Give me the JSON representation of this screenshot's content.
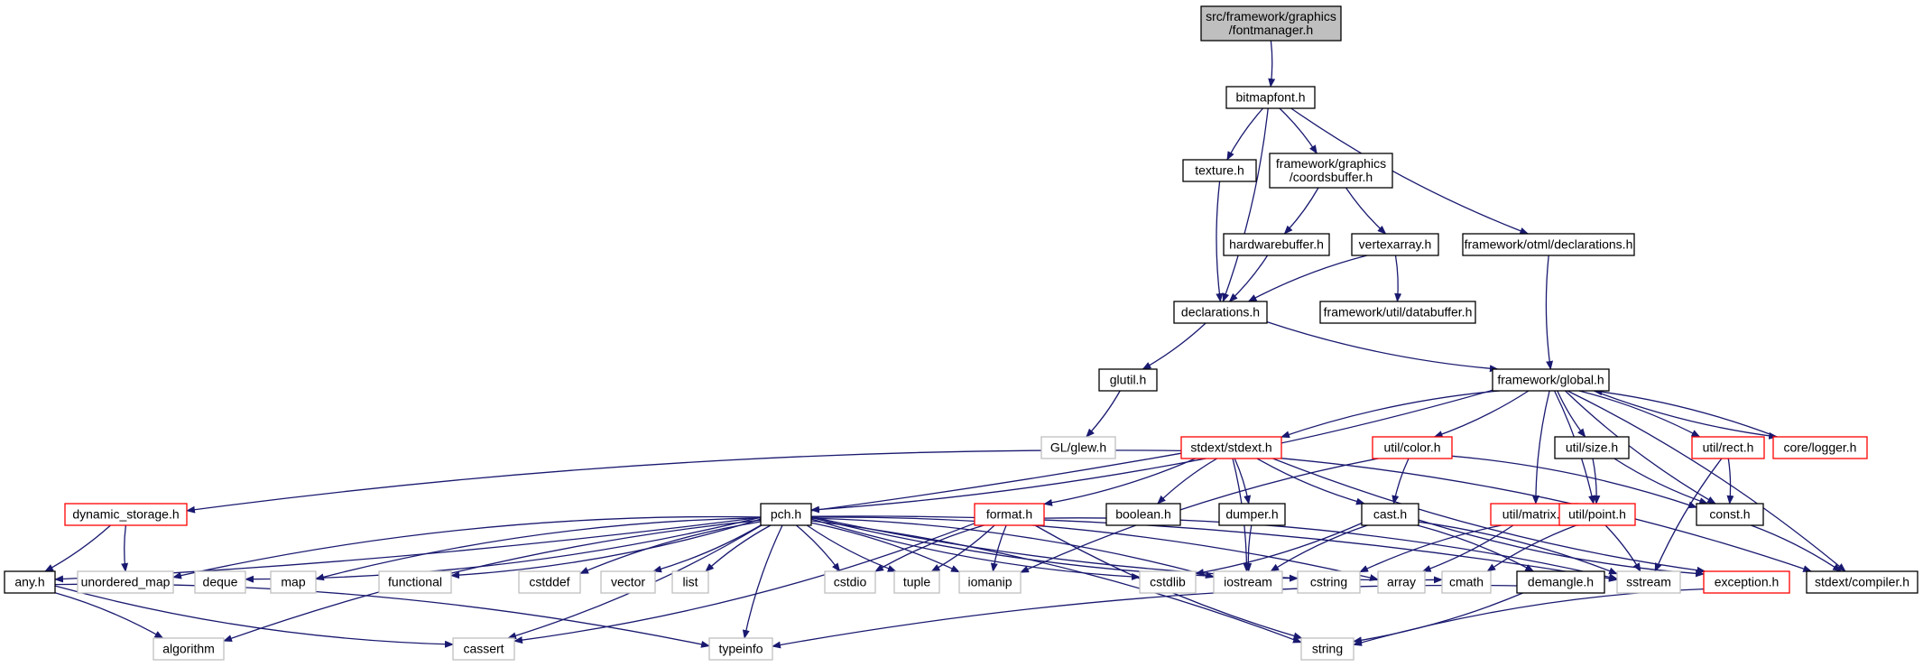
{
  "colors": {
    "edge": "#191970",
    "box_default": "#000000",
    "box_truncated": "#ff0000",
    "box_system": "#bfbfbf",
    "root_fill": "#bfbfbf",
    "text": "#000000",
    "text_system": "#000000"
  },
  "nodes": [
    {
      "id": "root",
      "lines": [
        "src/framework/graphics",
        "/fontmanager.h"
      ],
      "kind": "root"
    },
    {
      "id": "bitmapfont",
      "lines": [
        "bitmapfont.h"
      ],
      "kind": "default"
    },
    {
      "id": "texture",
      "lines": [
        "texture.h"
      ],
      "kind": "default"
    },
    {
      "id": "coordsbuffer",
      "lines": [
        "framework/graphics",
        "/coordsbuffer.h"
      ],
      "kind": "default"
    },
    {
      "id": "otml_decl",
      "lines": [
        "framework/otml/declarations.h"
      ],
      "kind": "default"
    },
    {
      "id": "hardwarebuffer",
      "lines": [
        "hardwarebuffer.h"
      ],
      "kind": "default"
    },
    {
      "id": "vertexarray",
      "lines": [
        "vertexarray.h"
      ],
      "kind": "default"
    },
    {
      "id": "declarations",
      "lines": [
        "declarations.h"
      ],
      "kind": "default"
    },
    {
      "id": "databuffer",
      "lines": [
        "framework/util/databuffer.h"
      ],
      "kind": "default"
    },
    {
      "id": "glutil",
      "lines": [
        "glutil.h"
      ],
      "kind": "default"
    },
    {
      "id": "global",
      "lines": [
        "framework/global.h"
      ],
      "kind": "default"
    },
    {
      "id": "glew",
      "lines": [
        "GL/glew.h"
      ],
      "kind": "system"
    },
    {
      "id": "stdext",
      "lines": [
        "stdext/stdext.h"
      ],
      "kind": "truncated"
    },
    {
      "id": "color",
      "lines": [
        "util/color.h"
      ],
      "kind": "truncated"
    },
    {
      "id": "size",
      "lines": [
        "util/size.h"
      ],
      "kind": "default"
    },
    {
      "id": "rect",
      "lines": [
        "util/rect.h"
      ],
      "kind": "truncated"
    },
    {
      "id": "logger",
      "lines": [
        "core/logger.h"
      ],
      "kind": "truncated"
    },
    {
      "id": "dynamic_storage",
      "lines": [
        "dynamic_storage.h"
      ],
      "kind": "truncated"
    },
    {
      "id": "pch",
      "lines": [
        "pch.h"
      ],
      "kind": "default"
    },
    {
      "id": "format",
      "lines": [
        "format.h"
      ],
      "kind": "truncated"
    },
    {
      "id": "boolean",
      "lines": [
        "boolean.h"
      ],
      "kind": "default"
    },
    {
      "id": "dumper",
      "lines": [
        "dumper.h"
      ],
      "kind": "default"
    },
    {
      "id": "cast",
      "lines": [
        "cast.h"
      ],
      "kind": "default"
    },
    {
      "id": "matrix",
      "lines": [
        "util/matrix.h"
      ],
      "kind": "truncated"
    },
    {
      "id": "point",
      "lines": [
        "util/point.h"
      ],
      "kind": "truncated"
    },
    {
      "id": "const",
      "lines": [
        "const.h"
      ],
      "kind": "default"
    },
    {
      "id": "any",
      "lines": [
        "any.h"
      ],
      "kind": "default"
    },
    {
      "id": "unordered_map",
      "lines": [
        "unordered_map"
      ],
      "kind": "system"
    },
    {
      "id": "deque",
      "lines": [
        "deque"
      ],
      "kind": "system"
    },
    {
      "id": "map",
      "lines": [
        "map"
      ],
      "kind": "system"
    },
    {
      "id": "functional",
      "lines": [
        "functional"
      ],
      "kind": "system"
    },
    {
      "id": "cstddef",
      "lines": [
        "cstddef"
      ],
      "kind": "system"
    },
    {
      "id": "vector",
      "lines": [
        "vector"
      ],
      "kind": "system"
    },
    {
      "id": "list",
      "lines": [
        "list"
      ],
      "kind": "system"
    },
    {
      "id": "cstdio",
      "lines": [
        "cstdio"
      ],
      "kind": "system"
    },
    {
      "id": "tuple",
      "lines": [
        "tuple"
      ],
      "kind": "system"
    },
    {
      "id": "iomanip",
      "lines": [
        "iomanip"
      ],
      "kind": "system"
    },
    {
      "id": "cstdlib",
      "lines": [
        "cstdlib"
      ],
      "kind": "system"
    },
    {
      "id": "iostream",
      "lines": [
        "iostream"
      ],
      "kind": "system"
    },
    {
      "id": "cstring",
      "lines": [
        "cstring"
      ],
      "kind": "system"
    },
    {
      "id": "array",
      "lines": [
        "array"
      ],
      "kind": "system"
    },
    {
      "id": "cmath",
      "lines": [
        "cmath"
      ],
      "kind": "system"
    },
    {
      "id": "demangle",
      "lines": [
        "demangle.h"
      ],
      "kind": "default"
    },
    {
      "id": "sstream",
      "lines": [
        "sstream"
      ],
      "kind": "system"
    },
    {
      "id": "exception",
      "lines": [
        "exception.h"
      ],
      "kind": "truncated"
    },
    {
      "id": "compiler",
      "lines": [
        "stdext/compiler.h"
      ],
      "kind": "default"
    },
    {
      "id": "algorithm",
      "lines": [
        "algorithm"
      ],
      "kind": "system"
    },
    {
      "id": "cassert",
      "lines": [
        "cassert"
      ],
      "kind": "system"
    },
    {
      "id": "typeinfo",
      "lines": [
        "typeinfo"
      ],
      "kind": "system"
    },
    {
      "id": "string",
      "lines": [
        "string"
      ],
      "kind": "system"
    }
  ],
  "edges": [
    [
      "root",
      "bitmapfont"
    ],
    [
      "bitmapfont",
      "texture"
    ],
    [
      "bitmapfont",
      "coordsbuffer"
    ],
    [
      "bitmapfont",
      "otml_decl"
    ],
    [
      "bitmapfont",
      "declarations"
    ],
    [
      "texture",
      "declarations"
    ],
    [
      "coordsbuffer",
      "hardwarebuffer"
    ],
    [
      "coordsbuffer",
      "vertexarray"
    ],
    [
      "hardwarebuffer",
      "declarations"
    ],
    [
      "vertexarray",
      "declarations"
    ],
    [
      "vertexarray",
      "databuffer"
    ],
    [
      "otml_decl",
      "global"
    ],
    [
      "declarations",
      "glutil"
    ],
    [
      "declarations",
      "global"
    ],
    [
      "glutil",
      "glew"
    ],
    [
      "global",
      "stdext"
    ],
    [
      "global",
      "color"
    ],
    [
      "global",
      "size"
    ],
    [
      "global",
      "rect"
    ],
    [
      "global",
      "logger"
    ],
    [
      "global",
      "pch"
    ],
    [
      "global",
      "matrix"
    ],
    [
      "global",
      "point"
    ],
    [
      "global",
      "const"
    ],
    [
      "global",
      "compiler"
    ],
    [
      "logger",
      "global"
    ],
    [
      "stdext",
      "any"
    ],
    [
      "stdext",
      "dynamic_storage"
    ],
    [
      "stdext",
      "format"
    ],
    [
      "stdext",
      "boolean"
    ],
    [
      "stdext",
      "dumper"
    ],
    [
      "stdext",
      "cast"
    ],
    [
      "stdext",
      "compiler"
    ],
    [
      "stdext",
      "exception"
    ],
    [
      "stdext",
      "iostream"
    ],
    [
      "color",
      "cast"
    ],
    [
      "color",
      "const"
    ],
    [
      "color",
      "iomanip"
    ],
    [
      "size",
      "point"
    ],
    [
      "size",
      "const"
    ],
    [
      "rect",
      "const"
    ],
    [
      "rect",
      "sstream"
    ],
    [
      "dynamic_storage",
      "any"
    ],
    [
      "dynamic_storage",
      "unordered_map"
    ],
    [
      "any",
      "algorithm"
    ],
    [
      "any",
      "cassert"
    ],
    [
      "any",
      "typeinfo"
    ],
    [
      "pch",
      "unordered_map"
    ],
    [
      "pch",
      "deque"
    ],
    [
      "pch",
      "map"
    ],
    [
      "pch",
      "functional"
    ],
    [
      "pch",
      "cstddef"
    ],
    [
      "pch",
      "vector"
    ],
    [
      "pch",
      "list"
    ],
    [
      "pch",
      "cstdio"
    ],
    [
      "pch",
      "tuple"
    ],
    [
      "pch",
      "iomanip"
    ],
    [
      "pch",
      "cstdlib"
    ],
    [
      "pch",
      "iostream"
    ],
    [
      "pch",
      "cstring"
    ],
    [
      "pch",
      "array"
    ],
    [
      "pch",
      "cmath"
    ],
    [
      "pch",
      "sstream"
    ],
    [
      "pch",
      "algorithm"
    ],
    [
      "pch",
      "cassert"
    ],
    [
      "pch",
      "typeinfo"
    ],
    [
      "pch",
      "string"
    ],
    [
      "format",
      "cstdio"
    ],
    [
      "format",
      "tuple"
    ],
    [
      "format",
      "iomanip"
    ],
    [
      "format",
      "cassert"
    ],
    [
      "format",
      "string"
    ],
    [
      "format",
      "sstream"
    ],
    [
      "dumper",
      "iostream"
    ],
    [
      "cast",
      "demangle"
    ],
    [
      "cast",
      "exception"
    ],
    [
      "cast",
      "cstdlib"
    ],
    [
      "cast",
      "iostream"
    ],
    [
      "cast",
      "sstream"
    ],
    [
      "matrix",
      "cstring"
    ],
    [
      "matrix",
      "array"
    ],
    [
      "point",
      "cmath"
    ],
    [
      "point",
      "sstream"
    ],
    [
      "demangle",
      "typeinfo"
    ],
    [
      "demangle",
      "string"
    ],
    [
      "exception",
      "string"
    ],
    [
      "const",
      "compiler"
    ]
  ]
}
